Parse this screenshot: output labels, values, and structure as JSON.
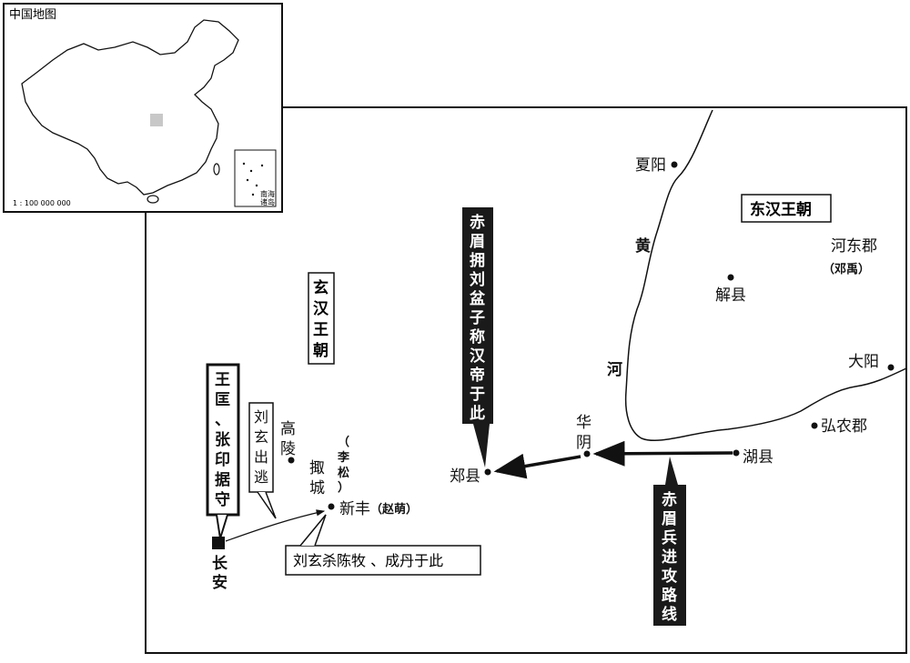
{
  "inset": {
    "title": "中国地图",
    "scale": "1 : 100 000 000",
    "south_sea_label": [
      "南海",
      "诸岛"
    ]
  },
  "regions": {
    "east_han": "东汉王朝",
    "xuan_han": [
      "玄",
      "汉",
      "王",
      "朝"
    ]
  },
  "river": [
    "黄",
    "河"
  ],
  "places": {
    "xiayang": "夏阳",
    "hedong": "河东郡",
    "hedong_note": "（邓禹）",
    "xiexian": "解县",
    "dayang": "大阳",
    "hongnong": "弘农郡",
    "huxian": "湖县",
    "huayin": [
      "华",
      "阴"
    ],
    "zhengxian": "郑县",
    "xinfeng": "新丰",
    "xinfeng_note": "（赵萌）",
    "zoucheng": [
      "掫",
      "城"
    ],
    "zoucheng_note": [
      "（",
      "李",
      "松",
      "）"
    ],
    "gaoling": [
      "高",
      "陵"
    ],
    "changan": [
      "长",
      "安"
    ]
  },
  "callouts": {
    "chimei_crown": [
      "赤",
      "眉",
      "拥",
      "刘",
      "盆",
      "子",
      "称",
      "汉",
      "帝",
      "于",
      "此"
    ],
    "chimei_route": [
      "赤",
      "眉",
      "兵",
      "进",
      "攻",
      "路",
      "线"
    ],
    "wangkuang": [
      "王",
      "匡",
      "、",
      "张",
      "印",
      "据",
      "守"
    ],
    "liuxuan_flee": [
      "刘",
      "玄",
      "出",
      "逃"
    ],
    "liuxuan_kill": "刘玄杀陈牧 、成丹于此"
  },
  "colors": {
    "ink": "#111111",
    "highlight": "#c8c8c8",
    "callout_fill": "#1a1a1a",
    "callout_text": "#ffffff"
  }
}
